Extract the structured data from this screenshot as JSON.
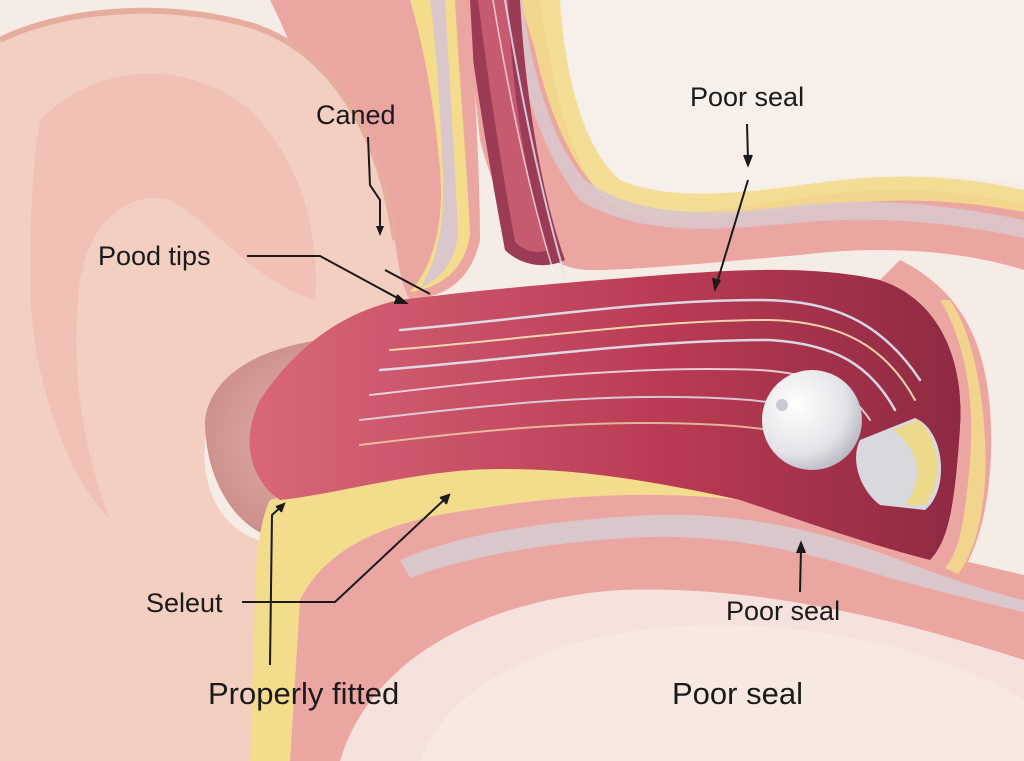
{
  "labels": {
    "caned": "Caned",
    "pood_tips": "Pood tips",
    "poor_seal_top": "Poor seal",
    "seleut": "Seleut",
    "properly_fitted": "Properly fitted",
    "poor_seal_right": "Poor seal",
    "poor_seal_bottom": "Poor seal"
  },
  "colors": {
    "skin": "#f3cfc2",
    "tissue": "#e8a29c",
    "canal": "#c23f56",
    "cartilage": "#f3dc8c",
    "bone": "#d9c7cb",
    "earbud": "#f2f2f4"
  }
}
